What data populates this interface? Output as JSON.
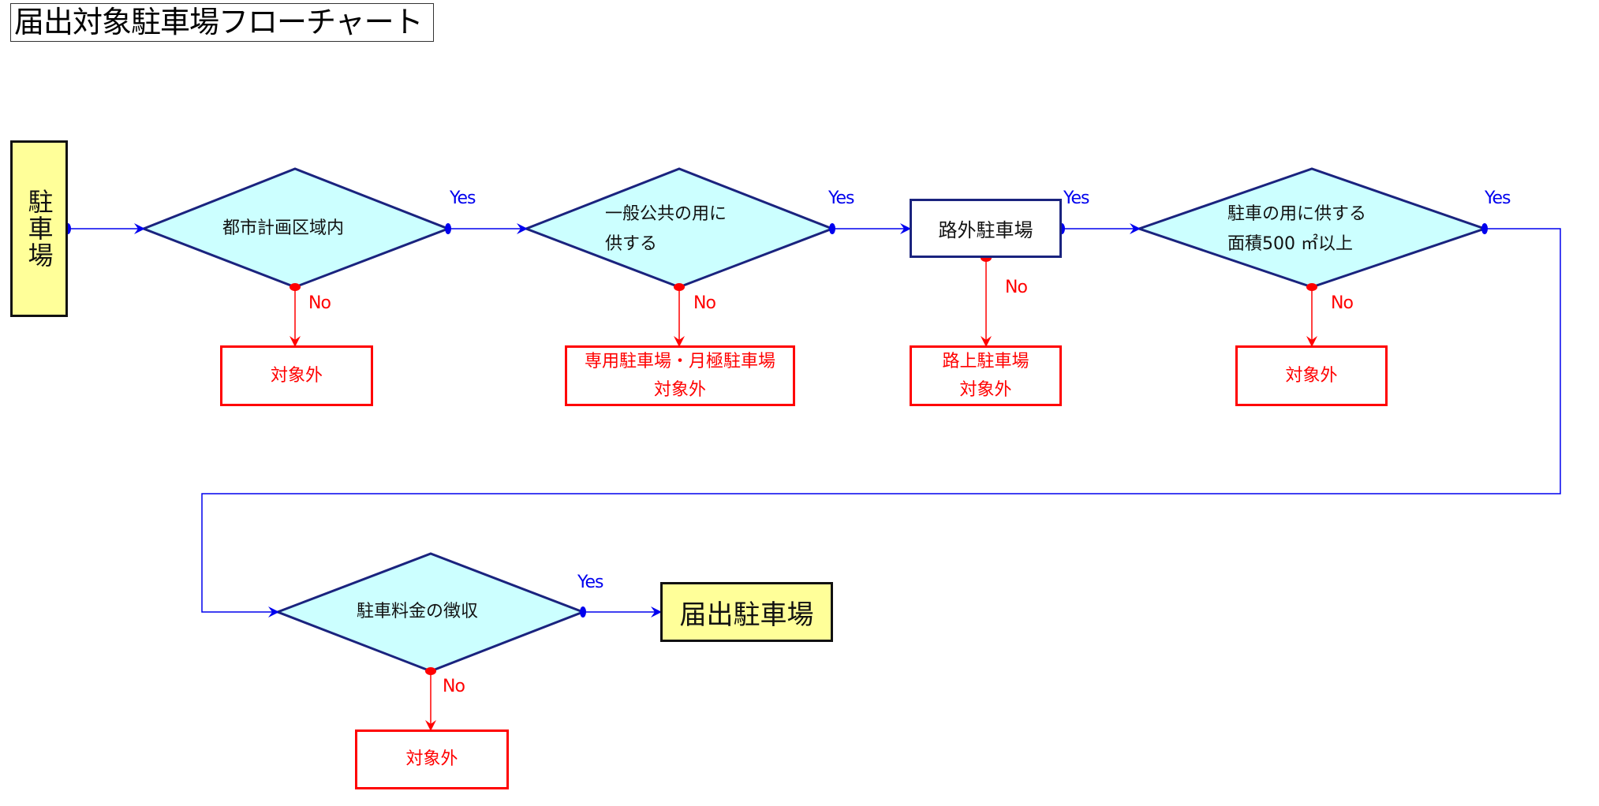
{
  "title": "届出対象駐車場フローチャート",
  "start": {
    "label": "駐車場"
  },
  "decisions": [
    {
      "id": "d1",
      "lines": [
        "都市計画区域内"
      ]
    },
    {
      "id": "d2",
      "lines": [
        "一般公共の用に",
        "供する"
      ]
    },
    {
      "id": "d4",
      "lines": [
        "駐車の用に供する",
        "面積500 ㎡以上"
      ]
    },
    {
      "id": "d5",
      "lines": [
        "駐車料金の徴収"
      ]
    }
  ],
  "process": {
    "label": "路外駐車場"
  },
  "end": {
    "label": "届出駐車場"
  },
  "excluded": [
    {
      "lines": [
        "対象外"
      ]
    },
    {
      "lines": [
        "専用駐車場・月極駐車場",
        "対象外"
      ]
    },
    {
      "lines": [
        "路上駐車場",
        "対象外"
      ]
    },
    {
      "lines": [
        "対象外"
      ]
    },
    {
      "lines": [
        "対象外"
      ]
    }
  ],
  "labels": {
    "yes": "Yes",
    "no": "No"
  },
  "colors": {
    "yes_line": "#0000ee",
    "no_line": "#ff0000",
    "diamond_fill": "#ccffff",
    "diamond_stroke": "#1a237e",
    "terminal_fill": "#ffff99"
  }
}
